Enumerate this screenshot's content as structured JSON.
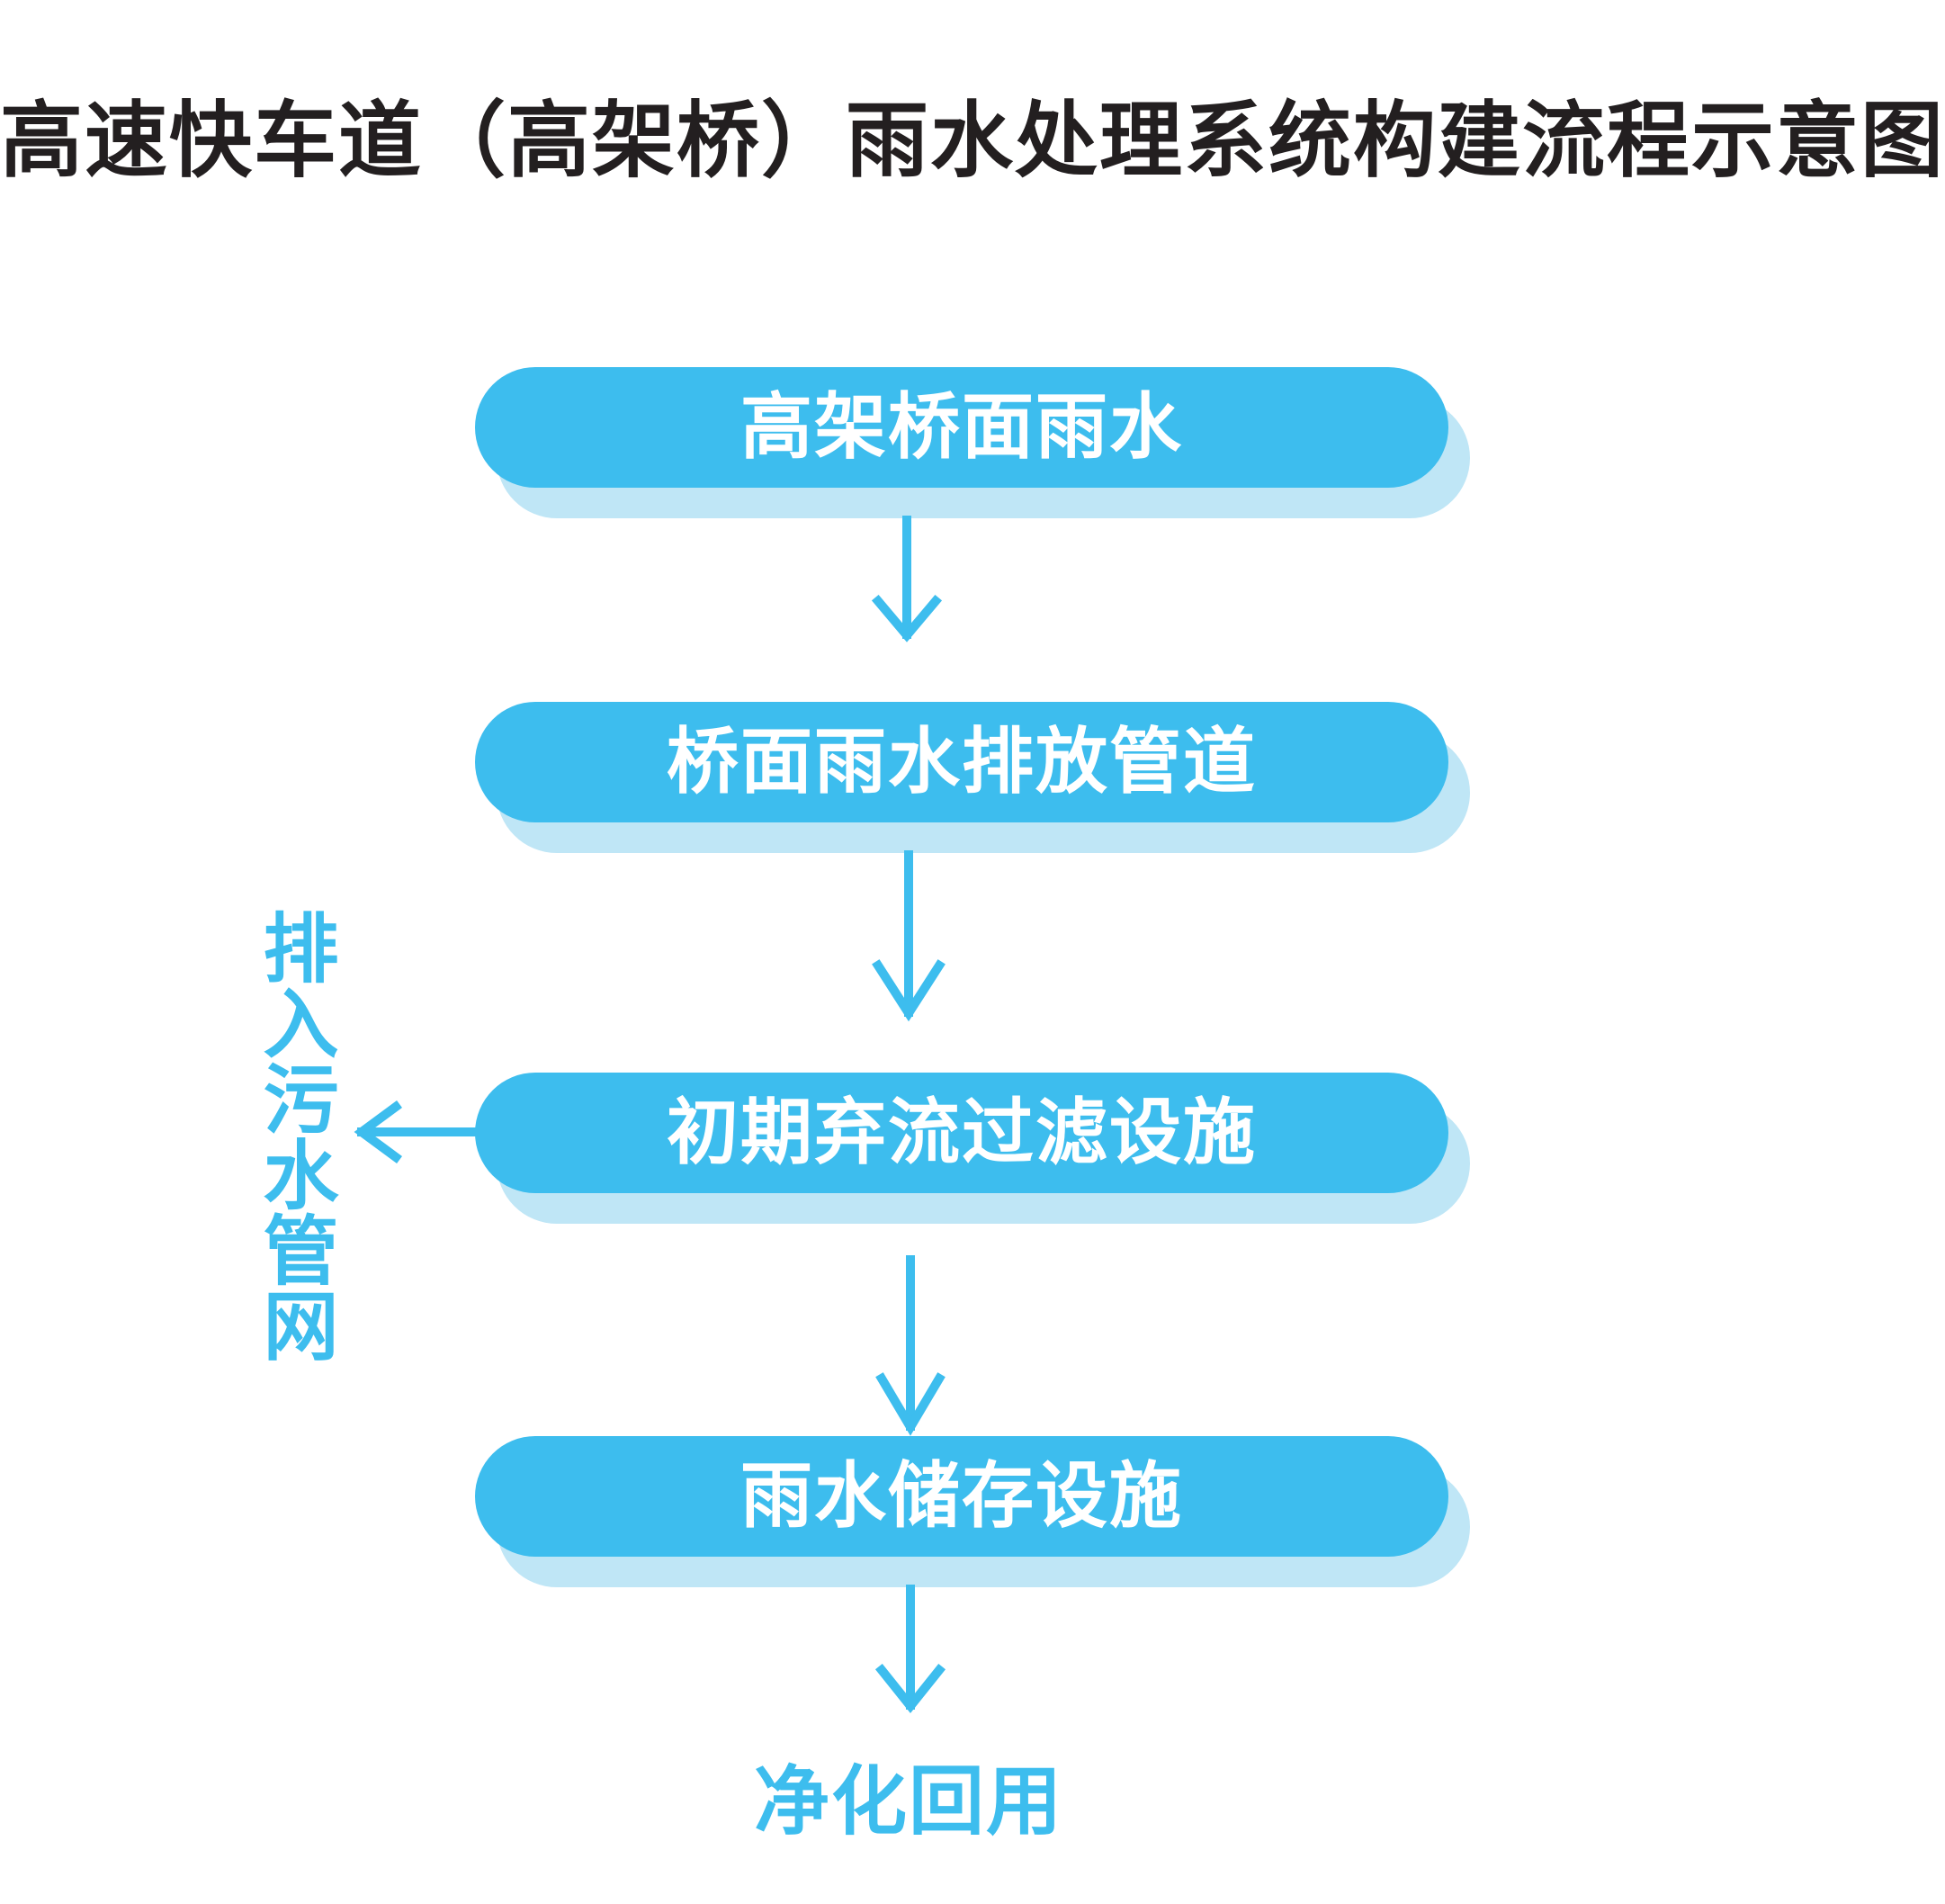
{
  "title": "高速快车道（高架桥）雨水处理系统构建流程示意图",
  "steps": [
    {
      "label": "高架桥面雨水"
    },
    {
      "label": "桥面雨水排放管道"
    },
    {
      "label": "初期弃流过滤设施"
    },
    {
      "label": "雨水储存设施"
    }
  ],
  "side_output": {
    "label": "排入污水管网"
  },
  "end_output": {
    "label": "净化回用"
  },
  "colors": {
    "title": "#231f20",
    "accent": "#3dbdee",
    "shadow": "#bfe6f6",
    "text_on_accent": "#ffffff"
  }
}
